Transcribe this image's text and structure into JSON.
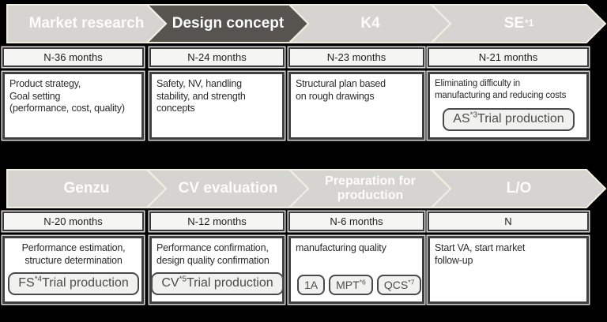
{
  "colors": {
    "background": "#000000",
    "chevron_light": "#d5d4d1",
    "chevron_dark": "#575450",
    "chevron_outline": "#f2efe2",
    "box_border": "#3f3f3f",
    "box_fill": "#ffffff",
    "pill_fill": "#f1f1f0",
    "pill_border": "#4a4a4a"
  },
  "diagram": {
    "rows": [
      {
        "phases": [
          {
            "label": "Market research"
          },
          {
            "label": "Design concept"
          },
          {
            "label": "K4"
          },
          {
            "label": "SE",
            "sup": "*1"
          }
        ],
        "columns": [
          {
            "timing": "N-36 months",
            "text": "Product strategy,\nGoal setting\n(performance, cost, quality)"
          },
          {
            "timing": "N-24 months",
            "text": "Safety, NV, handling\nstability, and strength\nconcepts"
          },
          {
            "timing": "N-23 months",
            "text": "Structural plan based\non rough drawings"
          },
          {
            "timing": "N-21 months",
            "text": "Eliminating difficulty in\nmanufacturing and reducing costs",
            "pill": {
              "pre": "AS",
              "sup": "*3",
              "post": "Trial production"
            }
          }
        ]
      },
      {
        "phases": [
          {
            "label": "Genzu"
          },
          {
            "label": "CV evaluation"
          },
          {
            "label": "Preparation for\nproduction"
          },
          {
            "label": "L/O"
          }
        ],
        "columns": [
          {
            "timing": "N-20 months",
            "text": "Performance estimation,\nstructure determination",
            "pill": {
              "pre": "FS",
              "sup": "*4",
              "post": "Trial production"
            }
          },
          {
            "timing": "N-12 months",
            "text": "Performance confirmation,\ndesign quality confirmation",
            "pill": {
              "pre": "CV",
              "sup": "*5",
              "post": "Trial production"
            }
          },
          {
            "timing": "N-6 months",
            "text": "manufacturing quality",
            "pills": [
              {
                "pre": "1A",
                "sup": ""
              },
              {
                "pre": "MPT",
                "sup": "*6"
              },
              {
                "pre": "QCS",
                "sup": "*7"
              }
            ]
          },
          {
            "timing": "N",
            "text": "Start VA, start market\nfollow-up"
          }
        ]
      }
    ]
  }
}
